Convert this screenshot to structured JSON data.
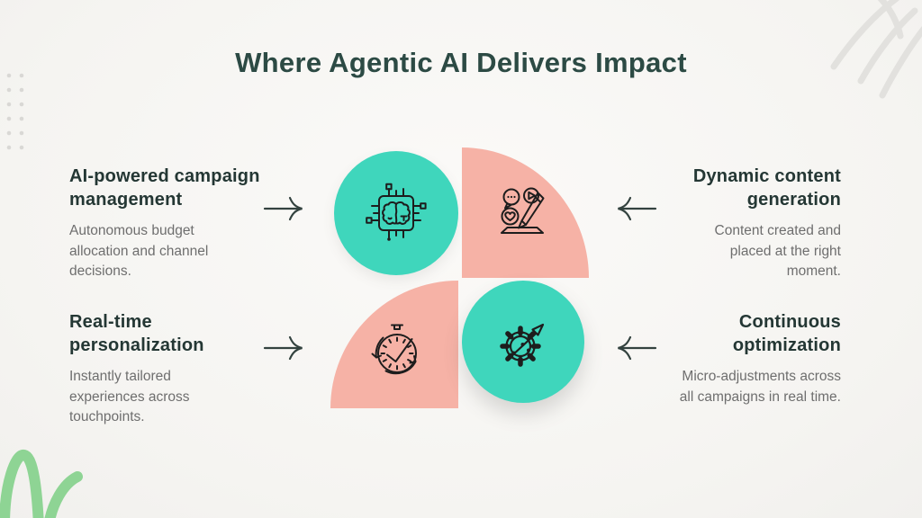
{
  "title": "Where Agentic AI Delivers Impact",
  "items": [
    {
      "heading": "AI-powered campaign management",
      "body": "Autonomous budget allocation and channel decisions.",
      "icon": "chip-brain-icon",
      "shape": "teal-circle",
      "position": "top-left",
      "arrow_direction": "right"
    },
    {
      "heading": "Dynamic content generation",
      "body": "Content created and placed at the right moment.",
      "icon": "content-creation-icon",
      "shape": "pink-quarter-rounded-top-right",
      "position": "top-right",
      "arrow_direction": "left"
    },
    {
      "heading": "Real-time personalization",
      "body": "Instantly tailored experiences across touchpoints.",
      "icon": "stopwatch-icon",
      "shape": "pink-quarter-rounded-top-left",
      "position": "bottom-left",
      "arrow_direction": "right"
    },
    {
      "heading": "Continuous optimization",
      "body": "Micro-adjustments across all campaigns in real time.",
      "icon": "gear-growth-arrow-icon",
      "shape": "teal-circle",
      "position": "bottom-right",
      "arrow_direction": "left"
    }
  ],
  "colors": {
    "background": "#F7F6F4",
    "teal": "#3FD6BC",
    "pink": "#F6B2A6",
    "title_text": "#2C4A44",
    "heading_text": "#243734",
    "body_text": "#6E6E6E",
    "arrow": "#33423F",
    "icon_stroke": "#1D1D1D",
    "plant_green": "#8ED494",
    "dot_grid": "#D9D8D5",
    "scribble": "#E2E1DE"
  },
  "decorations": [
    "dot-grid-top-left",
    "gray-scribble-top-right",
    "green-plant-bottom-left"
  ]
}
